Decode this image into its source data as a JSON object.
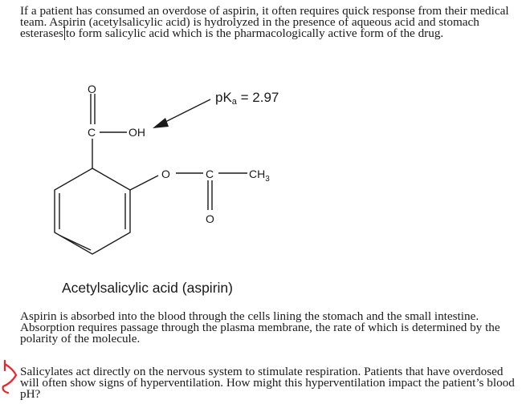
{
  "paragraphs": {
    "intro_before_cursor": "If a patient has consumed an overdose of aspirin, it often requires quick response from their medical team. Aspirin (acetylsalicylic acid) is hydrolyzed in the presence of aqueous acid and stomach esterases",
    "intro_after_cursor": "to form salicylic acid which is the pharmacologically active form of the drug.",
    "absorption": "Aspirin is absorbed into the blood through the cells lining the stomach and the small intestine. Absorption requires passage through the plasma membrane, the rate of which is determined by the polarity of the molecule.",
    "question": "Salicylates act directly on the nervous system to stimulate respiration. Patients that have overdosed will often show signs of hyperventilation. How might this hyperventilation impact the patient’s blood pH?"
  },
  "figure": {
    "caption": "Acetylsalicylic acid (aspirin)",
    "pka_label": "pK",
    "pka_subscript": "a",
    "pka_value": " = 2.97",
    "atoms": {
      "carboxyl_carbon": "C",
      "carbonyl_oxygen_top": "O",
      "hydroxyl": "OH",
      "ester_oxygen": "O",
      "ester_carbon": "C",
      "methyl": "CH",
      "methyl_subscript": "3",
      "ester_carbonyl_oxygen": "O"
    }
  },
  "colors": {
    "annotation_mark": "#e8262c",
    "text": "#1a1a1a"
  }
}
